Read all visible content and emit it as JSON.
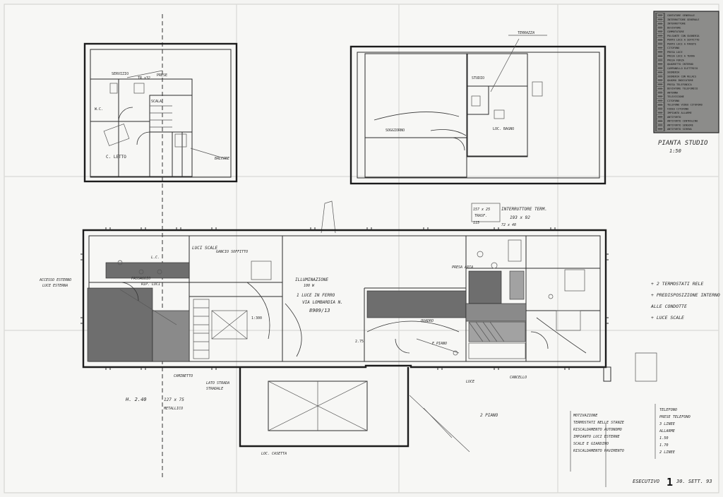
{
  "legend": {
    "items": [
      "CONTATORE GENERALE",
      "INTERRUTTORE GENERALE",
      "INTERRUTTORE",
      "DEVIATORE",
      "COMMUTATORE",
      "PULSANTE CON SUONERIA",
      "PUNTO LUCE A SOFFITTO",
      "PUNTO LUCE A PARETE",
      "CITOFONO",
      "PRESA LUCE",
      "PRESA LUCE A TERRA",
      "PRESA FORZA",
      "QUADRETTO INTERNO",
      "CAMPANELLO ELETTRICO",
      "SUONERIA",
      "SUONERIA CON RELAIS",
      "QUADRO INDICATORE",
      "PRESA TELEFONICA",
      "DEVIATORE TELEFONICO",
      "ANTENNA",
      "TELEVISIONE",
      "CITOFONO",
      "TELEFONO VIDEO CITOFONO",
      "VIDEO CITOFONO",
      "IMPIANTO ALLARME",
      "ANTIFURTO",
      "ANTIFURTO CENTRALINO",
      "ANTIFURTO SENSORE",
      "ANTIFURTO SIRENA"
    ]
  },
  "sheet": {
    "title": "PIANTA STUDIO",
    "title_sub": "1:50"
  },
  "labels": {
    "upper_left_room": "C. LETTO",
    "upper_left_bath": "W.C.",
    "upper_left_stair": "SCALA",
    "upper_left_small": "TR.x32",
    "upper_left_note": "PRESE",
    "upper_left_side": "SERVIZIO",
    "upper_left_balcony": "BALCONE",
    "upper_right_room1": "SOGGIORNO",
    "upper_right_room2": "LOC. BAGNO",
    "upper_right_top": "TERRAZZA",
    "upper_right_small": "STUDIO",
    "mid_note1": "157 x 25",
    "mid_note2": "TRASF.",
    "mid_note3": "INTERRUTTORE TERM.",
    "mid_note4": "193 x 92",
    "mid_note5": "115",
    "mid_note6": "72 x 48",
    "main_note1": "LUCI SCALE",
    "main_note2": "GANCIO SOFFITTO",
    "main_note3": "ILLUMINAZIONE",
    "main_note4": "100 W",
    "main_note5": "1 LUCE IN FERRO",
    "main_note6": "VIA LOMBARDIA N.",
    "main_note7": "8909/13",
    "main_note8": "H. 2.40",
    "main_note9": "127 x 75",
    "main_note10": "METALLICO",
    "main_note11": "PASSAGGIO",
    "main_note12": "CAMINETTO",
    "main_note13": "ACCESSO ESTERNO",
    "main_note14": "LUCE ESTERNA",
    "main_note15": "LATO STRADA",
    "main_note16": "STRADALE",
    "main_note17": "1:300",
    "main_note18": "2.75",
    "main_note19": "L.C.",
    "main_note20": "LUCE",
    "main_note21": "QUADRO",
    "main_note22": "E PIANO",
    "main_note23": "CANCELLO",
    "main_note24": "PRESA ARIA",
    "main_note25": "RIP. LUCI",
    "right_notes": [
      "+ 2 TERMOSTATI RELE",
      "+ PREDISPOSIZIONE INTERNO",
      "ALLE CONDOTTE",
      "+ LUCE SCALE"
    ],
    "notes_block": [
      "MOTIVAZIONE",
      "TERMOSTATI NELLE STANZE",
      "RISCALDAMENTO AUTONOMO",
      "IMPIANTO LUCI ESTERNE",
      "SCALE E GIARDINO",
      "RISCALDAMENTO PAVIMENTO"
    ],
    "notes_block2": [
      "TELEFONO",
      "PRESE TELEFONO",
      "3 LINEE",
      "ALLARME",
      "1.50",
      "1.70",
      "2 LINEE"
    ],
    "bottom_small": "2 PIANO",
    "bottom_loc": "LOC. CASETTA",
    "bottom_right_stamp": "ESECUTIVO",
    "bottom_right_num": "1",
    "bottom_right_date": "30. SETT. 93"
  }
}
